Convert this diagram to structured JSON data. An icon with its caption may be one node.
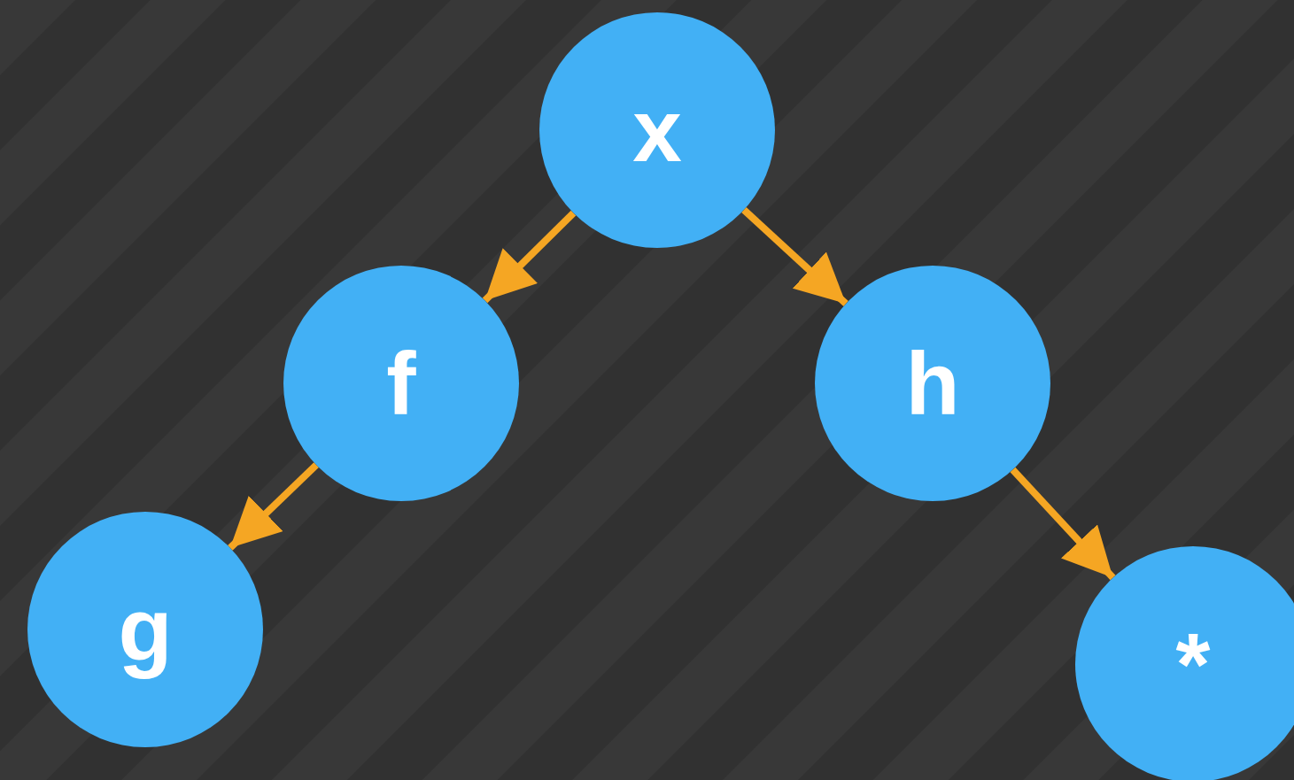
{
  "diagram": {
    "nodes": [
      {
        "text": [
          "x"
        ]
      },
      {
        "text": [
          "f"
        ]
      },
      {
        "text": [
          "h"
        ]
      },
      {
        "text": [
          "g"
        ]
      },
      {
        "text": [
          "*"
        ]
      }
    ],
    "edges": [
      {
        "from": 0,
        "to": 1,
        "arrow": "to"
      },
      {
        "from": 0,
        "to": 2,
        "arrow": "to"
      },
      {
        "from": 1,
        "to": 3,
        "arrow": "to"
      },
      {
        "from": 2,
        "to": 4,
        "arrow": "to"
      }
    ]
  }
}
